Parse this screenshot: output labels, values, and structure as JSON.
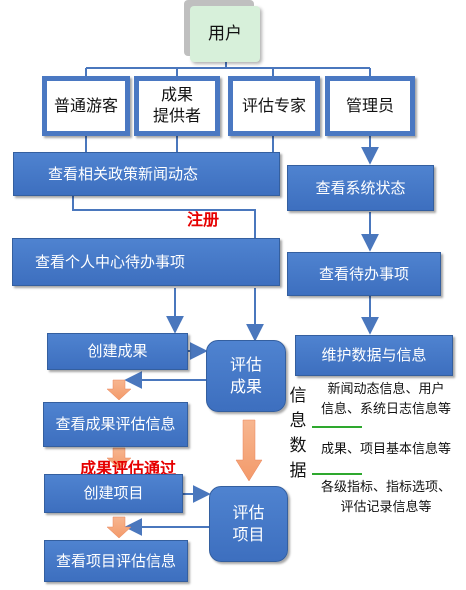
{
  "nodes": {
    "user": "用户",
    "tourist": "普通游客",
    "provider_line1": "成果",
    "provider_line2": "提供者",
    "expert": "评估专家",
    "admin": "管理员",
    "view_policy_news": "查看相关政策新闻动态",
    "view_system_status": "查看系统状态",
    "view_personal_todo": "查看个人中心待办事项",
    "view_todo": "查看待办事项",
    "create_result": "创建成果",
    "evaluate_result_line1": "评估",
    "evaluate_result_line2": "成果",
    "maintain_data": "维护数据与信息",
    "view_result_eval": "查看成果评估信息",
    "create_project": "创建项目",
    "evaluate_project_line1": "评估",
    "evaluate_project_line2": "项目",
    "view_project_eval": "查看项目评估信息"
  },
  "annotations": {
    "register": "注册",
    "result_eval_passed": "成果评估通过"
  },
  "info": {
    "vertical_label": [
      "信",
      "息",
      "数",
      "据"
    ],
    "items": [
      [
        "新闻动态信息、用户",
        "信息、系统日志信息等"
      ],
      [
        "成果、项目基本信息等"
      ],
      [
        "各级指标、指标选项、",
        "评估记录信息等"
      ]
    ]
  },
  "colors": {
    "box_blue": "#4a7cc8",
    "arrow_blue": "#4a77bd",
    "user_green": "#d7f0da",
    "annotation_red": "#e60000",
    "separator_green": "#2ea82e",
    "block_arrow_orange": "#f7a97e"
  }
}
